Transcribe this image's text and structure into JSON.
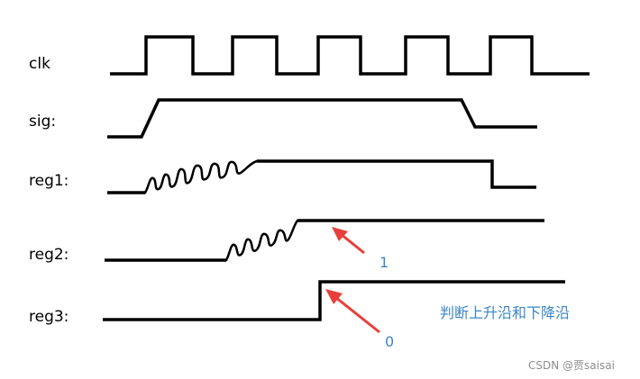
{
  "signals": {
    "clk": "clk",
    "sig": "sig:",
    "reg1": "reg1:",
    "reg2": "reg2:",
    "reg3": "reg3:"
  },
  "annotations": {
    "reg2_arrow_value": "1",
    "reg3_arrow_value": "0",
    "edge_note": "判断上升沿和下降沿"
  },
  "colors": {
    "waveform": "#000000",
    "arrow": "#e8403a",
    "annotation_text": "#3a86c8"
  },
  "watermark": "CSDN @贾saisai"
}
